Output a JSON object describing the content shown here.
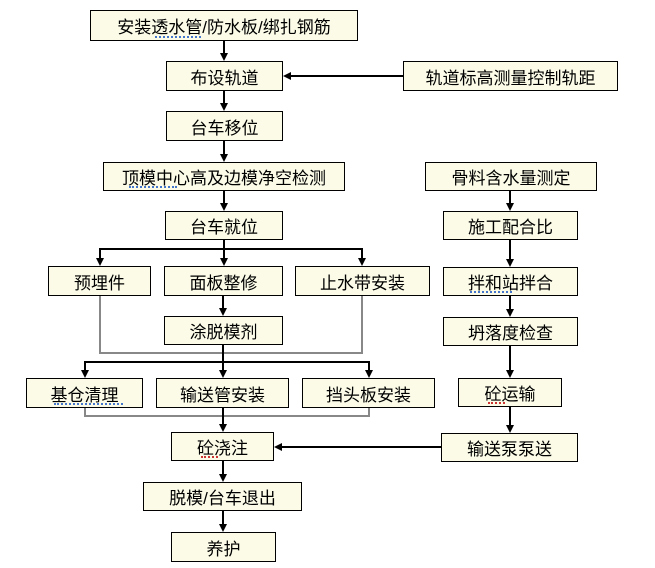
{
  "diagram": {
    "title": "tunnel-lining-construction-flowchart",
    "colors": {
      "background": "#ffffff",
      "node_fill": "#fbfbe8",
      "node_border": "#000000",
      "connector": "#000000",
      "merge_connector": "#888888",
      "spellcheck_blue": "#4477cc",
      "spellcheck_red": "#cc3333"
    },
    "nodes": {
      "install": {
        "label": "安装透水管/防水板/绑扎钢筋"
      },
      "lay_track": {
        "label": "布设轨道"
      },
      "track_elevation": {
        "label": "轨道标高测量控制轨距"
      },
      "trolley_shift": {
        "label": "台车移位"
      },
      "top_mold_check": {
        "label": "顶模中心高及边模净空检测"
      },
      "aggregate_moisture": {
        "label": "骨料含水量测定"
      },
      "trolley_position": {
        "label": "台车就位"
      },
      "mix_ratio": {
        "label": "施工配合比"
      },
      "embedded_parts": {
        "label": "预埋件"
      },
      "panel_repair": {
        "label": "面板整修"
      },
      "waterstop_install": {
        "label": "止水带安装"
      },
      "mixing_station": {
        "label": "拌和站拌合"
      },
      "release_agent": {
        "label": "涂脱模剂"
      },
      "slump_check": {
        "label": "坍落度检查"
      },
      "chamber_clean": {
        "label": "基仓清理"
      },
      "pipe_install": {
        "label": "输送管安装"
      },
      "end_plate": {
        "label": "挡头板安装"
      },
      "concrete_transport": {
        "label": "砼运输"
      },
      "concrete_pour": {
        "label": "砼浇注"
      },
      "pump_delivery": {
        "label": "输送泵泵送"
      },
      "demold_exit": {
        "label": "脱模/台车退出"
      },
      "curing": {
        "label": "养护"
      }
    },
    "edges": [
      "install→lay_track",
      "track_elevation→lay_track",
      "lay_track→trolley_shift",
      "trolley_shift→top_mold_check",
      "top_mold_check→trolley_position",
      "trolley_position→embedded_parts",
      "trolley_position→panel_repair",
      "trolley_position→waterstop_install",
      "panel_repair→release_agent",
      "embedded_parts→merge1",
      "waterstop_install→merge1",
      "release_agent→chamber_clean",
      "release_agent→pipe_install",
      "release_agent→end_plate",
      "chamber_clean→merge2",
      "end_plate→merge2",
      "pipe_install→concrete_pour",
      "aggregate_moisture→mix_ratio",
      "mix_ratio→mixing_station",
      "mixing_station→slump_check",
      "slump_check→concrete_transport",
      "concrete_transport→pump_delivery",
      "pump_delivery→concrete_pour",
      "concrete_pour→demold_exit",
      "demold_exit→curing"
    ]
  }
}
